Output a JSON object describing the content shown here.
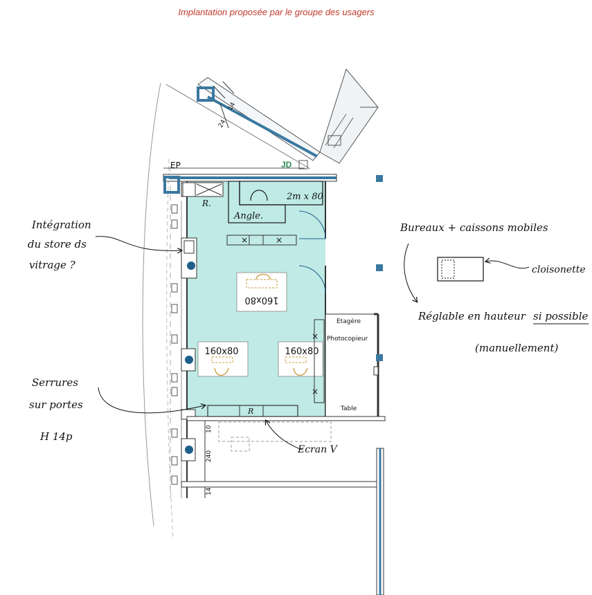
{
  "caption": "Implantation proposée par le groupe des usagers",
  "plan": {
    "label_ep": "EP",
    "label_jd": "JD",
    "label_r_top": "R.",
    "label_r_bottom": "R",
    "dim_top": "2m x 80",
    "label_angle": "Angle.",
    "desk_top": "160x80",
    "desk_left": "160x80",
    "desk_right": "160x80",
    "etagere": "Etagère",
    "photocopieur": "Photocopieur",
    "table": "Table",
    "dim_10": "10",
    "dim_240": "240",
    "dim_14_bottom": "14",
    "dim_24": "24",
    "dim_14_top": "14"
  },
  "notes": {
    "integration_1": "Intégration",
    "integration_2": "du store ds",
    "integration_3": "vitrage ?",
    "bureaux": "Bureaux + caissons mobiles",
    "cloisonette": "cloisonette",
    "reglable_1": "Réglable en hauteur",
    "reglable_2": "si possible",
    "manuellement": "(manuellement)",
    "serrures_1": "Serrures",
    "serrures_2": "sur portes",
    "h14": "H 14p",
    "ecran": "Ecran V"
  },
  "colors": {
    "caption": "#c0392b",
    "room_fill": "#a9e3dc",
    "wall_blue": "#3a78a0",
    "jd_green": "#2e8b57"
  }
}
